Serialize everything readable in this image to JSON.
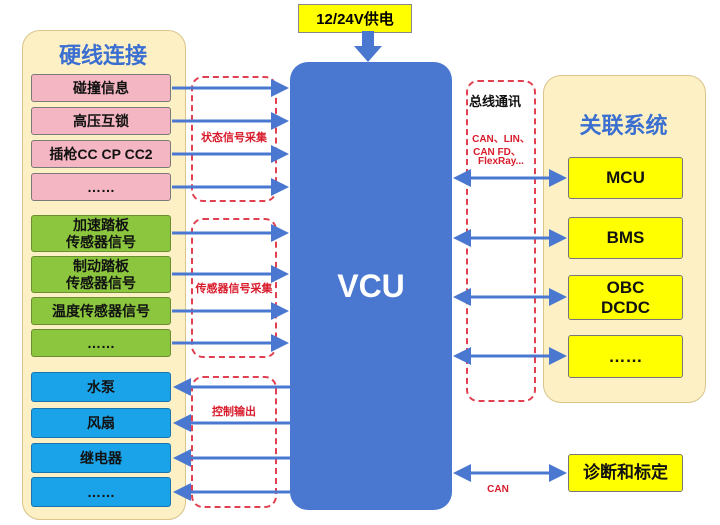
{
  "power": "12/24V供电",
  "vcu": "VCU",
  "left_panel": {
    "title": "硬线连接",
    "pink": [
      "碰撞信息",
      "高压互锁",
      "插枪CC CP CC2",
      "……"
    ],
    "green": [
      "加速踏板\n传感器信号",
      "制动踏板\n传感器信号",
      "温度传感器信号",
      "……"
    ],
    "blue": [
      "水泵",
      "风扇",
      "继电器",
      "……"
    ]
  },
  "labels": {
    "status": "状态信号采集",
    "sensor": "传感器信号采集",
    "control": "控制输出",
    "bus_title": "总线通讯",
    "bus_detail": [
      "CAN、LIN、",
      "CAN FD、",
      "FlexRay..."
    ],
    "can": "CAN"
  },
  "right_panel": {
    "title": "关联系统",
    "items": [
      "MCU",
      "BMS",
      "OBC\nDCDC",
      "……"
    ],
    "diag": "诊断和标定"
  },
  "colors": {
    "arrow": "#4a78d0",
    "dash": "#e04050",
    "panel": "#fdf0c4"
  }
}
